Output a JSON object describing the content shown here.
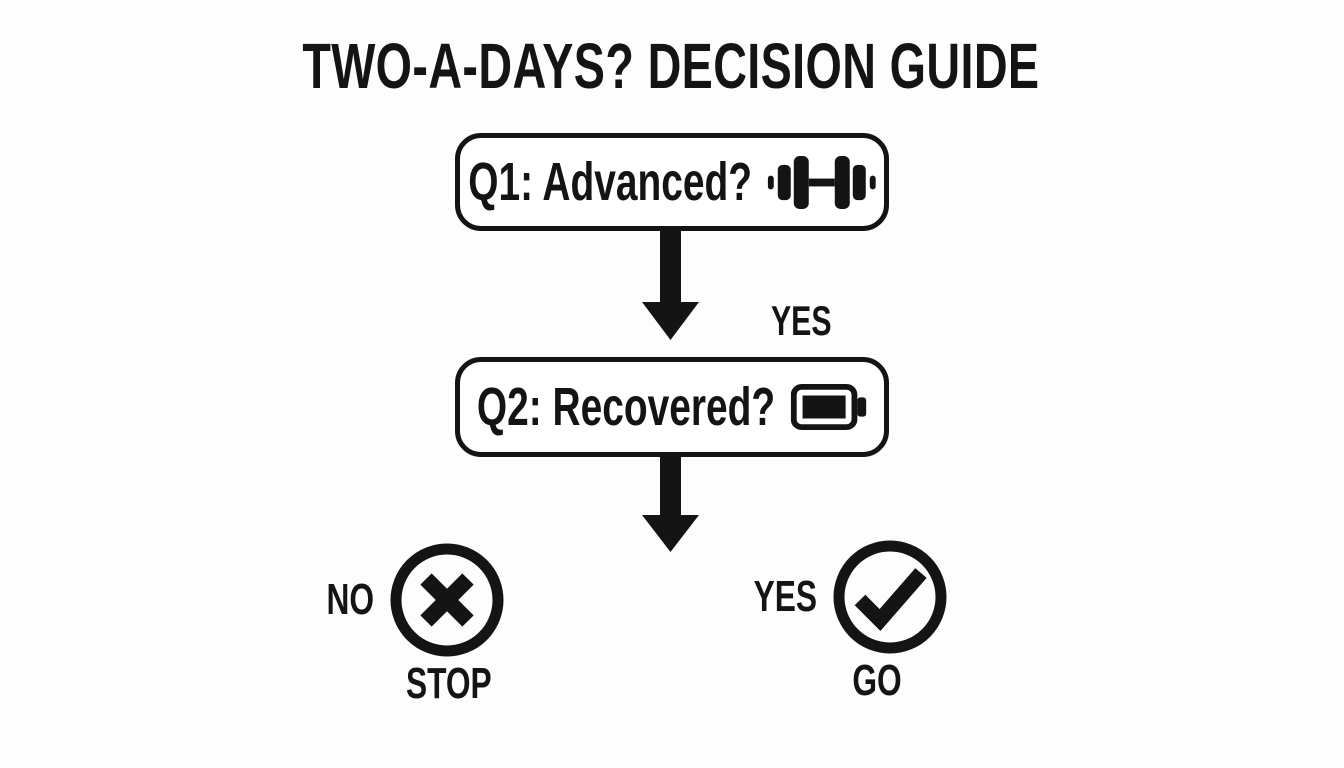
{
  "colors": {
    "ink": "#141414",
    "background": "#fdfdfe",
    "box_fill": "#ffffff"
  },
  "title": "TWO-A-DAYS? DECISION GUIDE",
  "flow": {
    "q1": {
      "label": "Q1: Advanced?",
      "icon": "dumbbell-icon"
    },
    "q1_connector": {
      "type": "arrow-down",
      "answer_label": "YES"
    },
    "q2": {
      "label": "Q2: Recovered?",
      "icon": "battery-full-icon"
    },
    "q2_connector": {
      "type": "arrow-down"
    },
    "outcomes": {
      "stop": {
        "branch_label": "NO",
        "icon": "x-circle-icon",
        "result_label": "STOP"
      },
      "go": {
        "branch_label": "YES",
        "icon": "check-circle-icon",
        "result_label": "GO"
      }
    }
  }
}
